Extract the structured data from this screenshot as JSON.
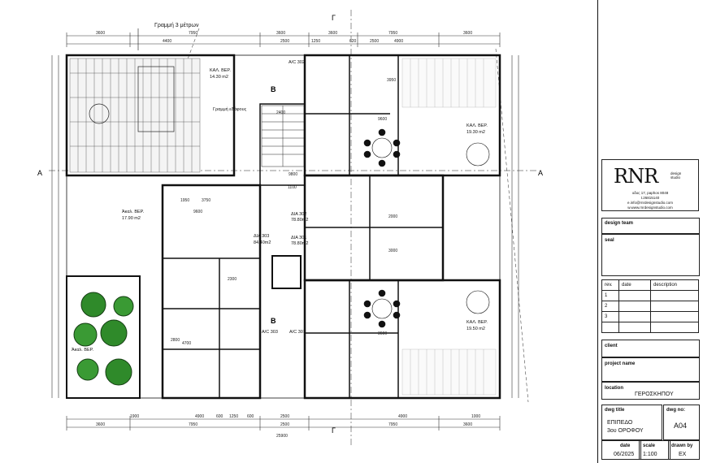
{
  "drawing": {
    "annotation_top": "Γραμμή 3 μέτρων",
    "section_marks": {
      "a": "A",
      "b": "B",
      "g": "Γ"
    },
    "dims_top_outer": [
      "3600",
      "7950",
      "3600",
      "3600",
      "7950",
      "3600"
    ],
    "dims_top_inner": [
      "4400",
      "2500",
      "1250",
      "620",
      "2500",
      "4900"
    ],
    "dims_bottom_inner": [
      "1900",
      "4900",
      "600",
      "1250",
      "600",
      "2500",
      "4900",
      "1000"
    ],
    "dims_bottom_outer": [
      "3600",
      "7950",
      "2500",
      "7950",
      "3600"
    ],
    "dim_total": "25900",
    "rooms": {
      "veranda_top": "ΚΑΛ. ΒΕΡ.",
      "veranda_top_area": "14.30 m2",
      "pergola": "Γραμμή εδάφους",
      "open_veranda_left": "Άκαλ. ΒΕΡ.",
      "open_veranda_left_area": "17.90 m2",
      "ac_top": "A/C 302",
      "ac_bottom_left": "A/C 303",
      "ac_bottom_right": "A/C 301",
      "veranda_right_top": "ΚΑΛ. ΒΕΡ.",
      "veranda_right_top_area": "19.30 m2",
      "veranda_right_bottom": "ΚΑΛ. ΒΕΡ.",
      "veranda_right_bottom_area": "19.50 m2",
      "apt_302": "ΔΙΑ 302",
      "apt_302_area": "78.80m2",
      "apt_303": "ΔΙΑ 303",
      "apt_303_area": "84.40m2",
      "apt_301": "ΔΙΑ 301",
      "apt_301_area": "78.80m2",
      "veranda_left_bottom": "Άκαλ. ΒΕΡ.",
      "room_dims": [
        "9600",
        "3000",
        "3950",
        "2800",
        "4700",
        "2300",
        "9600",
        "9800",
        "3600",
        "2000",
        "1100",
        "1950",
        "3750",
        "2400"
      ]
    }
  },
  "title_block": {
    "logo_mark": "RNR",
    "logo_sub": "design studio",
    "address_lines": [
      "οδος 17, paphos 8048",
      "t.26815140",
      "e.info@rnrdesignstudio.com",
      "w.www.rnrdesignstudio.com"
    ],
    "design_team_label": "design team",
    "seal_label": "seal",
    "rev_headers": [
      "rev.",
      "date",
      "description"
    ],
    "rev_rows": [
      "1",
      "2",
      "3"
    ],
    "client_label": "client",
    "project_name_label": "project name",
    "location_label": "location",
    "location_value": "ΓΕΡΟΣΚΗΠΟΥ",
    "dwg_title_label": "dwg title",
    "dwg_title_value_1": "ΕΠΙΠΕΔΟ",
    "dwg_title_value_2": "3ου ΟΡΟΦΟΥ",
    "dwg_no_label": "dwg no:",
    "dwg_no_value": "A04",
    "date_label": "date",
    "date_value": "06/2025",
    "scale_label": "scale",
    "scale_value": "1:100",
    "drawn_by_label": "drawn by",
    "drawn_by_value": "EX"
  }
}
